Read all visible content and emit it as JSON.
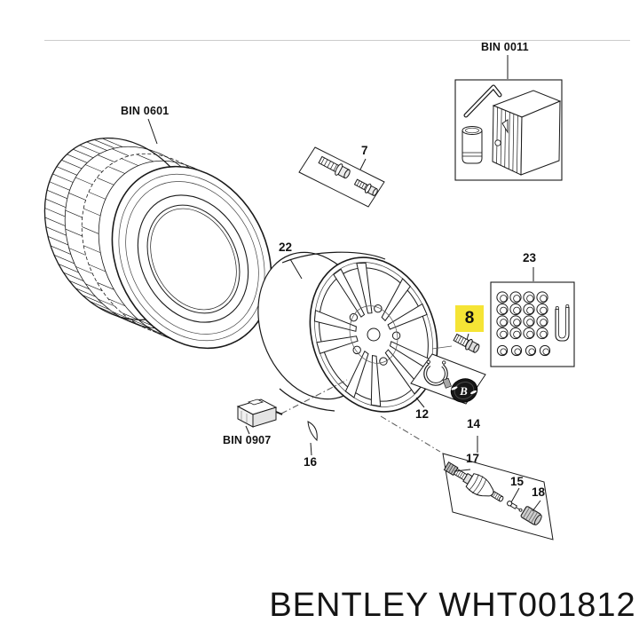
{
  "title": {
    "text": "BENTLEY WHT001812"
  },
  "colors": {
    "highlight_bg": "#f5e435",
    "line": "#1a1a1a",
    "divider": "#cccccc"
  },
  "callouts": {
    "bin0601": "BIN 0601",
    "bin0011": "BIN 0011",
    "bin0907": "BIN 0907",
    "n7": "7",
    "n8": "8",
    "n12": "12",
    "n14": "14",
    "n15": "15",
    "n16": "16",
    "n17": "17",
    "n18": "18",
    "n22": "22",
    "n23": "23"
  },
  "center_cap_logo": "B",
  "item23_contents": {
    "cap_rows": 4,
    "cap_cols": 4,
    "loose_caps": 4
  }
}
